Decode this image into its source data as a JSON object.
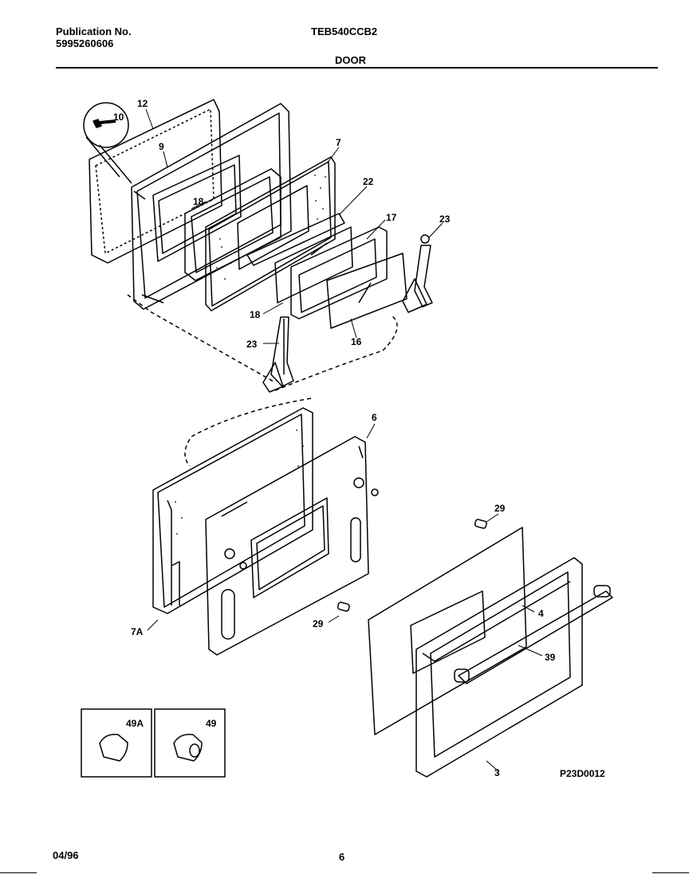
{
  "header": {
    "publication_label": "Publication No.",
    "publication_number": "5995260606",
    "model": "TEB540CCB2",
    "section": "DOOR"
  },
  "callouts": {
    "c12": "12",
    "c10": "10",
    "c9": "9",
    "c7": "7",
    "c18a": "18",
    "c22": "22",
    "c17": "17",
    "c23a": "23",
    "c18b": "18",
    "c23b": "23",
    "c16": "16",
    "c6": "6",
    "c7a": "7A",
    "c29a": "29",
    "c29b": "29",
    "c4": "4",
    "c39": "39",
    "c3": "3",
    "c49a": "49A",
    "c49": "49"
  },
  "drawing_id": "P23D0012",
  "footer": {
    "date": "04/96",
    "page": "6"
  }
}
